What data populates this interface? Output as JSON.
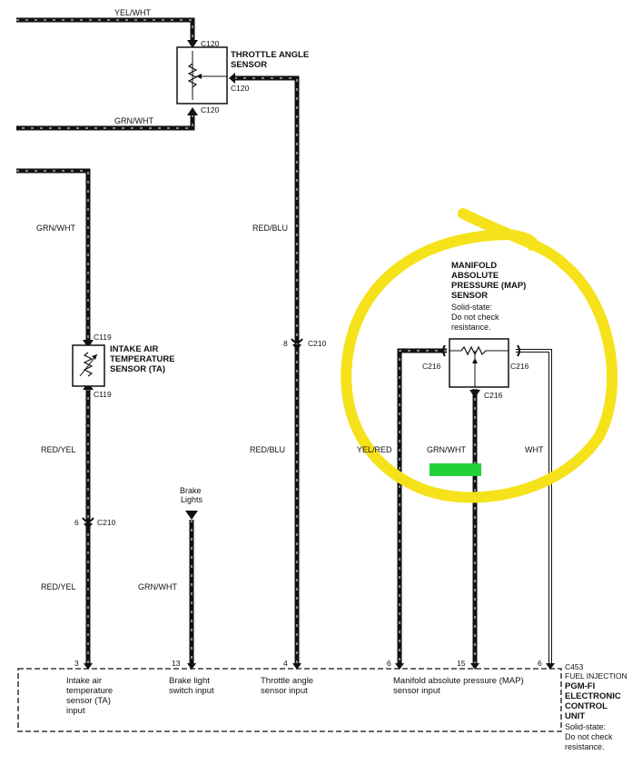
{
  "wires": {
    "yel_wht": "YEL/WHT",
    "grn_wht_top": "GRN/WHT",
    "grn_wht_left": "GRN/WHT",
    "red_blu_upper": "RED/BLU",
    "red_yel_upper": "RED/YEL",
    "red_blu_lower": "RED/BLU",
    "yel_red": "YEL/RED",
    "grn_wht_map": "GRN/WHT",
    "wht": "WHT",
    "red_yel_lower": "RED/YEL",
    "grn_wht_brake": "GRN/WHT"
  },
  "connectors": {
    "c120_top": "C120",
    "c120_mid": "C120",
    "c120_bot": "C120",
    "c119_top": "C119",
    "c119_bot": "C119",
    "c210_right": "C210",
    "c210_left": "C210",
    "c216_left": "C216",
    "c216_right": "C216",
    "c216_bot": "C216",
    "c453": "C453"
  },
  "pins": {
    "ta_c210": "6",
    "tps_c210": "8",
    "ecu_3": "3",
    "ecu_13": "13",
    "ecu_4": "4",
    "ecu_6a": "6",
    "ecu_15": "15",
    "ecu_6b": "6"
  },
  "components": {
    "tps": [
      "THROTTLE ANGLE",
      "SENSOR"
    ],
    "iat": [
      "INTAKE AIR",
      "TEMPERATURE",
      "SENSOR (TA)"
    ],
    "map": [
      "MANIFOLD",
      "ABSOLUTE",
      "PRESSURE (MAP)",
      "SENSOR"
    ],
    "map_note": [
      "Solid-state:",
      "Do not check",
      "resistance."
    ],
    "brake": [
      "Brake",
      "Lights"
    ]
  },
  "ecu": {
    "inputs": {
      "ta": [
        "Intake air",
        "temperature",
        "sensor (TA)",
        "input"
      ],
      "brake": [
        "Brake light",
        "switch input"
      ],
      "tps": [
        "Throttle  angle",
        "sensor input"
      ],
      "map": [
        "Manifold absolute pressure (MAP)",
        "sensor input"
      ]
    },
    "header": "FUEL INJECTION",
    "title": [
      "PGM-FI",
      "ELECTRONIC",
      "CONTROL",
      "UNIT"
    ],
    "note": [
      "Solid-state:",
      "Do not check",
      "resistance."
    ]
  },
  "colors": {
    "wire": "#111111",
    "highlight_ring": "#f5e21a",
    "highlight_mark": "#22d138"
  }
}
